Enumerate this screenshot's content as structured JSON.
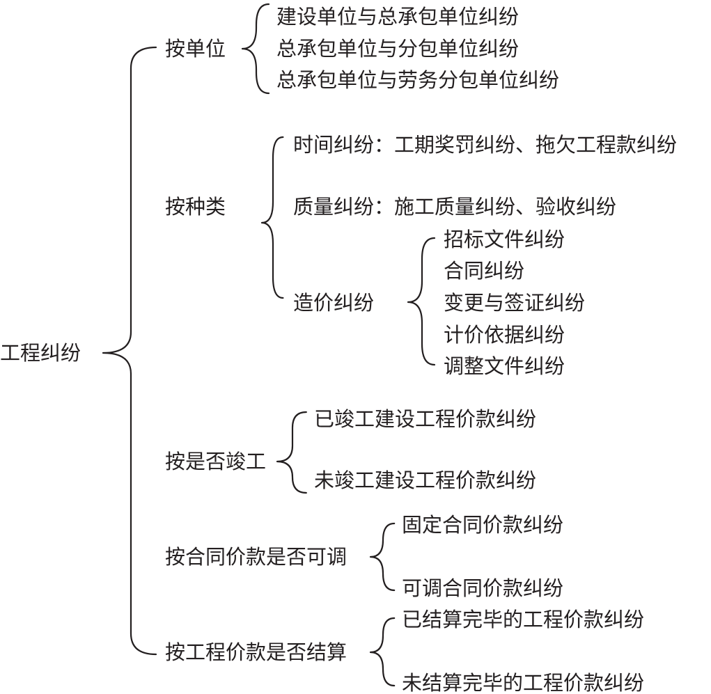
{
  "root": "工程纠纷",
  "branches": {
    "unit": {
      "label": "按单位",
      "items": [
        "建设单位与总承包单位纠纷",
        "总承包单位与分包单位纠纷",
        "总承包单位与劳务分包单位纠纷"
      ]
    },
    "type": {
      "label": "按种类",
      "time": "时间纠纷：工期奖罚纠纷、拖欠工程款纠纷",
      "quality": "质量纠纷：施工质量纠纷、验收纠纷",
      "cost": {
        "label": "造价纠纷",
        "items": [
          "招标文件纠纷",
          "合同纠纷",
          "变更与签证纠纷",
          "计价依据纠纷",
          "调整文件纠纷"
        ]
      }
    },
    "completion": {
      "label": "按是否竣工",
      "items": [
        "已竣工建设工程价款纠纷",
        "未竣工建设工程价款纠纷"
      ]
    },
    "adjustable": {
      "label": "按合同价款是否可调",
      "items": [
        "固定合同价款纠纷",
        "可调合同价款纠纷"
      ]
    },
    "settlement": {
      "label": "按工程价款是否结算",
      "items": [
        "已结算完毕的工程价款纠纷",
        "未结算完毕的工程价款纠纷"
      ]
    }
  }
}
